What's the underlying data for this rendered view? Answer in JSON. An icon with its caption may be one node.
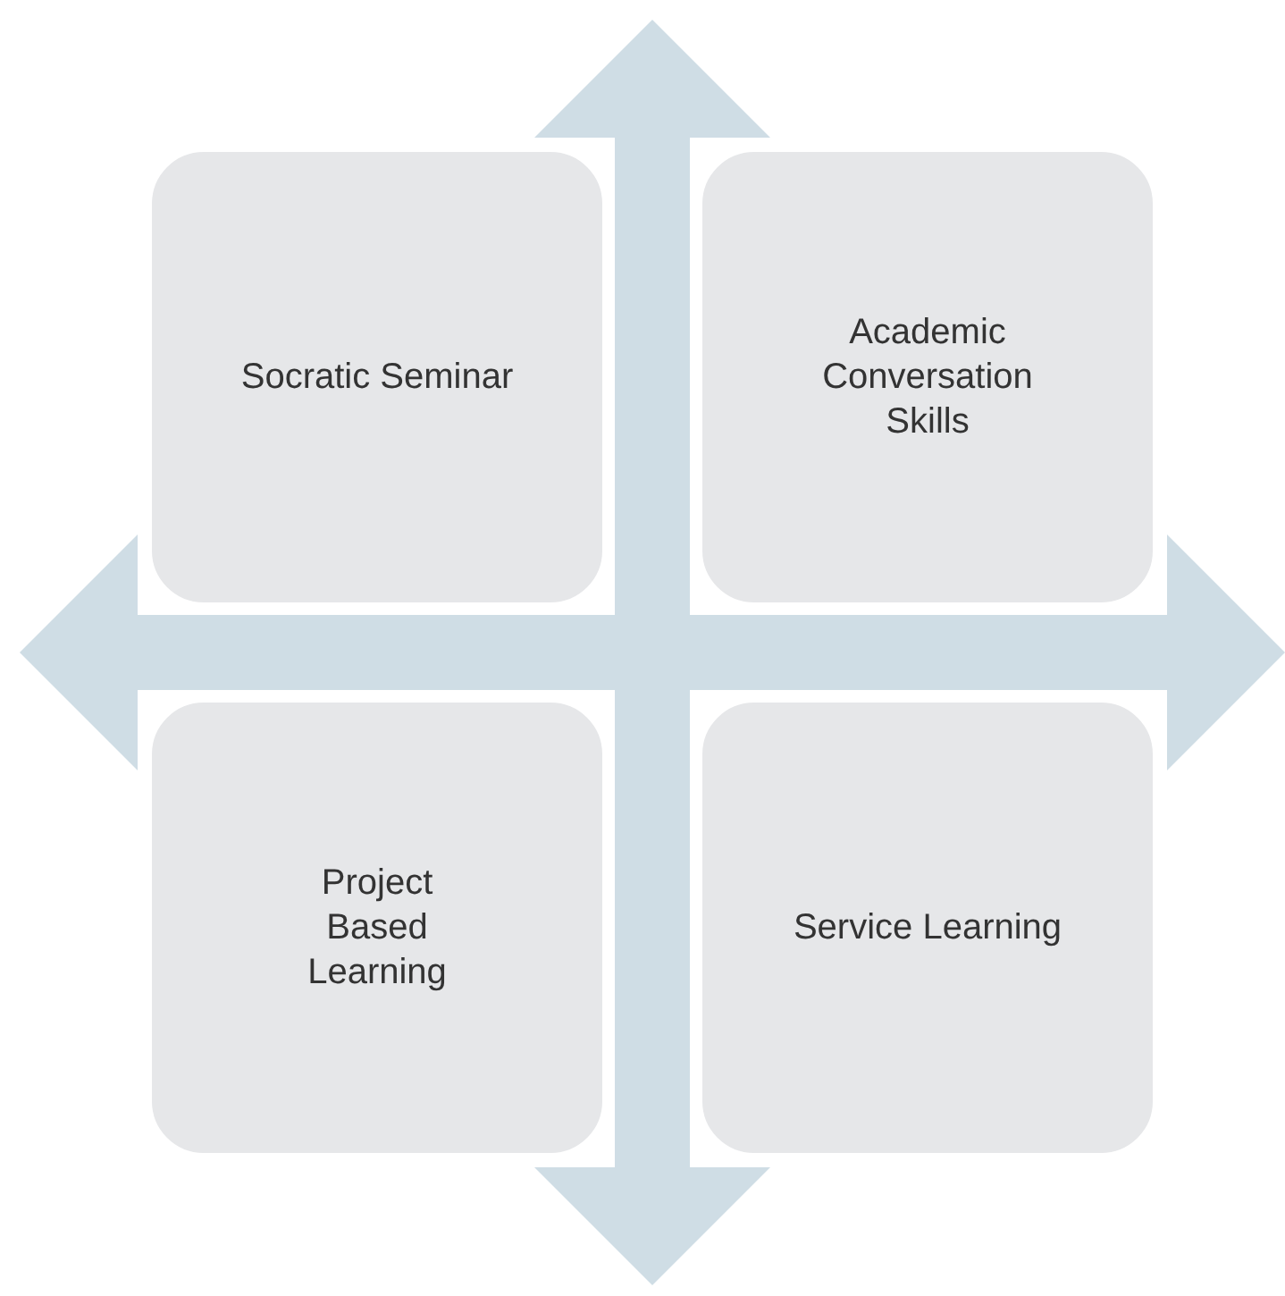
{
  "diagram": {
    "nodes": [
      {
        "text": [
          "Socratic Seminar"
        ]
      },
      {
        "text": [
          "Academic Conversation Skills"
        ]
      },
      {
        "text": [
          "Project Based Learning"
        ]
      },
      {
        "text": [
          "Service Learning"
        ]
      }
    ]
  }
}
